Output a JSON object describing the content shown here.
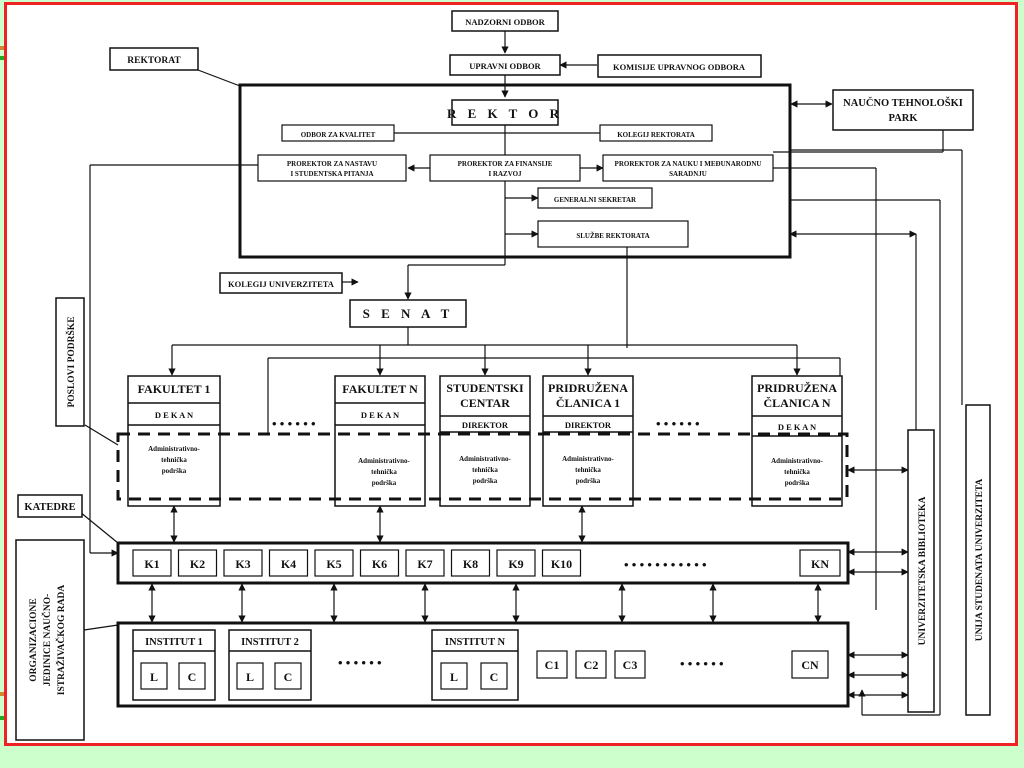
{
  "top": {
    "nadzorni": "NADZORNI ODBOR",
    "upravni": "UPRAVNI ODBOR",
    "komisije": "KOMISIJE UPRAVNOG ODBORA",
    "rektorat": "REKTORAT",
    "park_line1": "NAUČNO TEHNOLOŠKI",
    "park_line2": "PARK"
  },
  "rector": {
    "title": "R E K T O R",
    "odbor": "ODBOR ZA KVALITET",
    "kolegij": "KOLEGIJ REKTORATA",
    "prorektor_nastava_1": "PROREKTOR ZA NASTAVU",
    "prorektor_nastava_2": "I STUDENTSKA PITANJA",
    "prorektor_finansije_1": "PROREKTOR ZA FINANSIJE",
    "prorektor_finansije_2": "I RAZVOJ",
    "prorektor_nauka_1": "PROREKTOR ZA NAUKU I MEĐUNARODNU",
    "prorektor_nauka_2": "SARADNJU",
    "sekretar": "GENERALNI SEKRETAR",
    "sluzbe": "SLUŽBE REKTORATA"
  },
  "senat": {
    "kolegij_univ": "KOLEGIJ UNIVERZITETA",
    "title": "S E N A T",
    "poslovi": "POSLOVI PODRŠKE"
  },
  "units": {
    "fakultet1": "FAKULTET 1",
    "fakultetN": "FAKULTET N",
    "studentski_1": "STUDENTSKI",
    "studentski_2": "CENTAR",
    "pridruzena1_1": "PRIDRUŽENA",
    "pridruzena1_2": "ČLANICA 1",
    "pridruzenaN_1": "PRIDRUŽENA",
    "pridruzenaN_2": "ČLANICA N",
    "dekan": "D E K A N",
    "direktor": "DIREKTOR",
    "admin_1": "Administrativno-",
    "admin_2": "tehnička",
    "admin_3": "podrška",
    "dots": "• • • • • •"
  },
  "katedre": {
    "label": "KATEDRE",
    "items": [
      "K1",
      "K2",
      "K3",
      "K4",
      "K5",
      "K6",
      "K7",
      "K8",
      "K9",
      "K10"
    ],
    "last": "KN",
    "dots": "• • • • • • • • • • •"
  },
  "research": {
    "side_1": "ORGANIZACIONE",
    "side_2": "JEDINICE NAUČNO-",
    "side_3": "ISTRAŽIVAČKOG RADA",
    "institut1": "INSTITUT 1",
    "institut2": "INSTITUT 2",
    "institutN": "INSTITUT N",
    "lab": "L",
    "center": "C",
    "centers": [
      "C1",
      "C2",
      "C3"
    ],
    "last": "CN",
    "dots": "• • • • • •"
  },
  "vertical": {
    "biblioteka": "UNIVERZITETSKA BIBLIOTEKA",
    "unija": "UNIJA STUDENATA UNIVERZITETA"
  },
  "colors": {
    "background": "#ccffcc",
    "frame": "#ee2222",
    "ink": "#111111"
  }
}
